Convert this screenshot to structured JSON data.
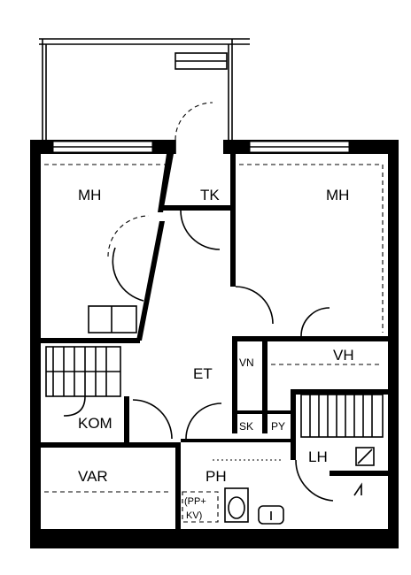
{
  "rooms": {
    "mh_left": "MH",
    "tk": "TK",
    "mh_right": "MH",
    "et": "ET",
    "vn": "VN",
    "vh": "VH",
    "kom": "KOM",
    "sk": "SK",
    "py": "PY",
    "lh": "LH",
    "var": "VAR",
    "ph": "PH",
    "pp_kv_line1": "(PP+",
    "pp_kv_line2": "KV)"
  }
}
